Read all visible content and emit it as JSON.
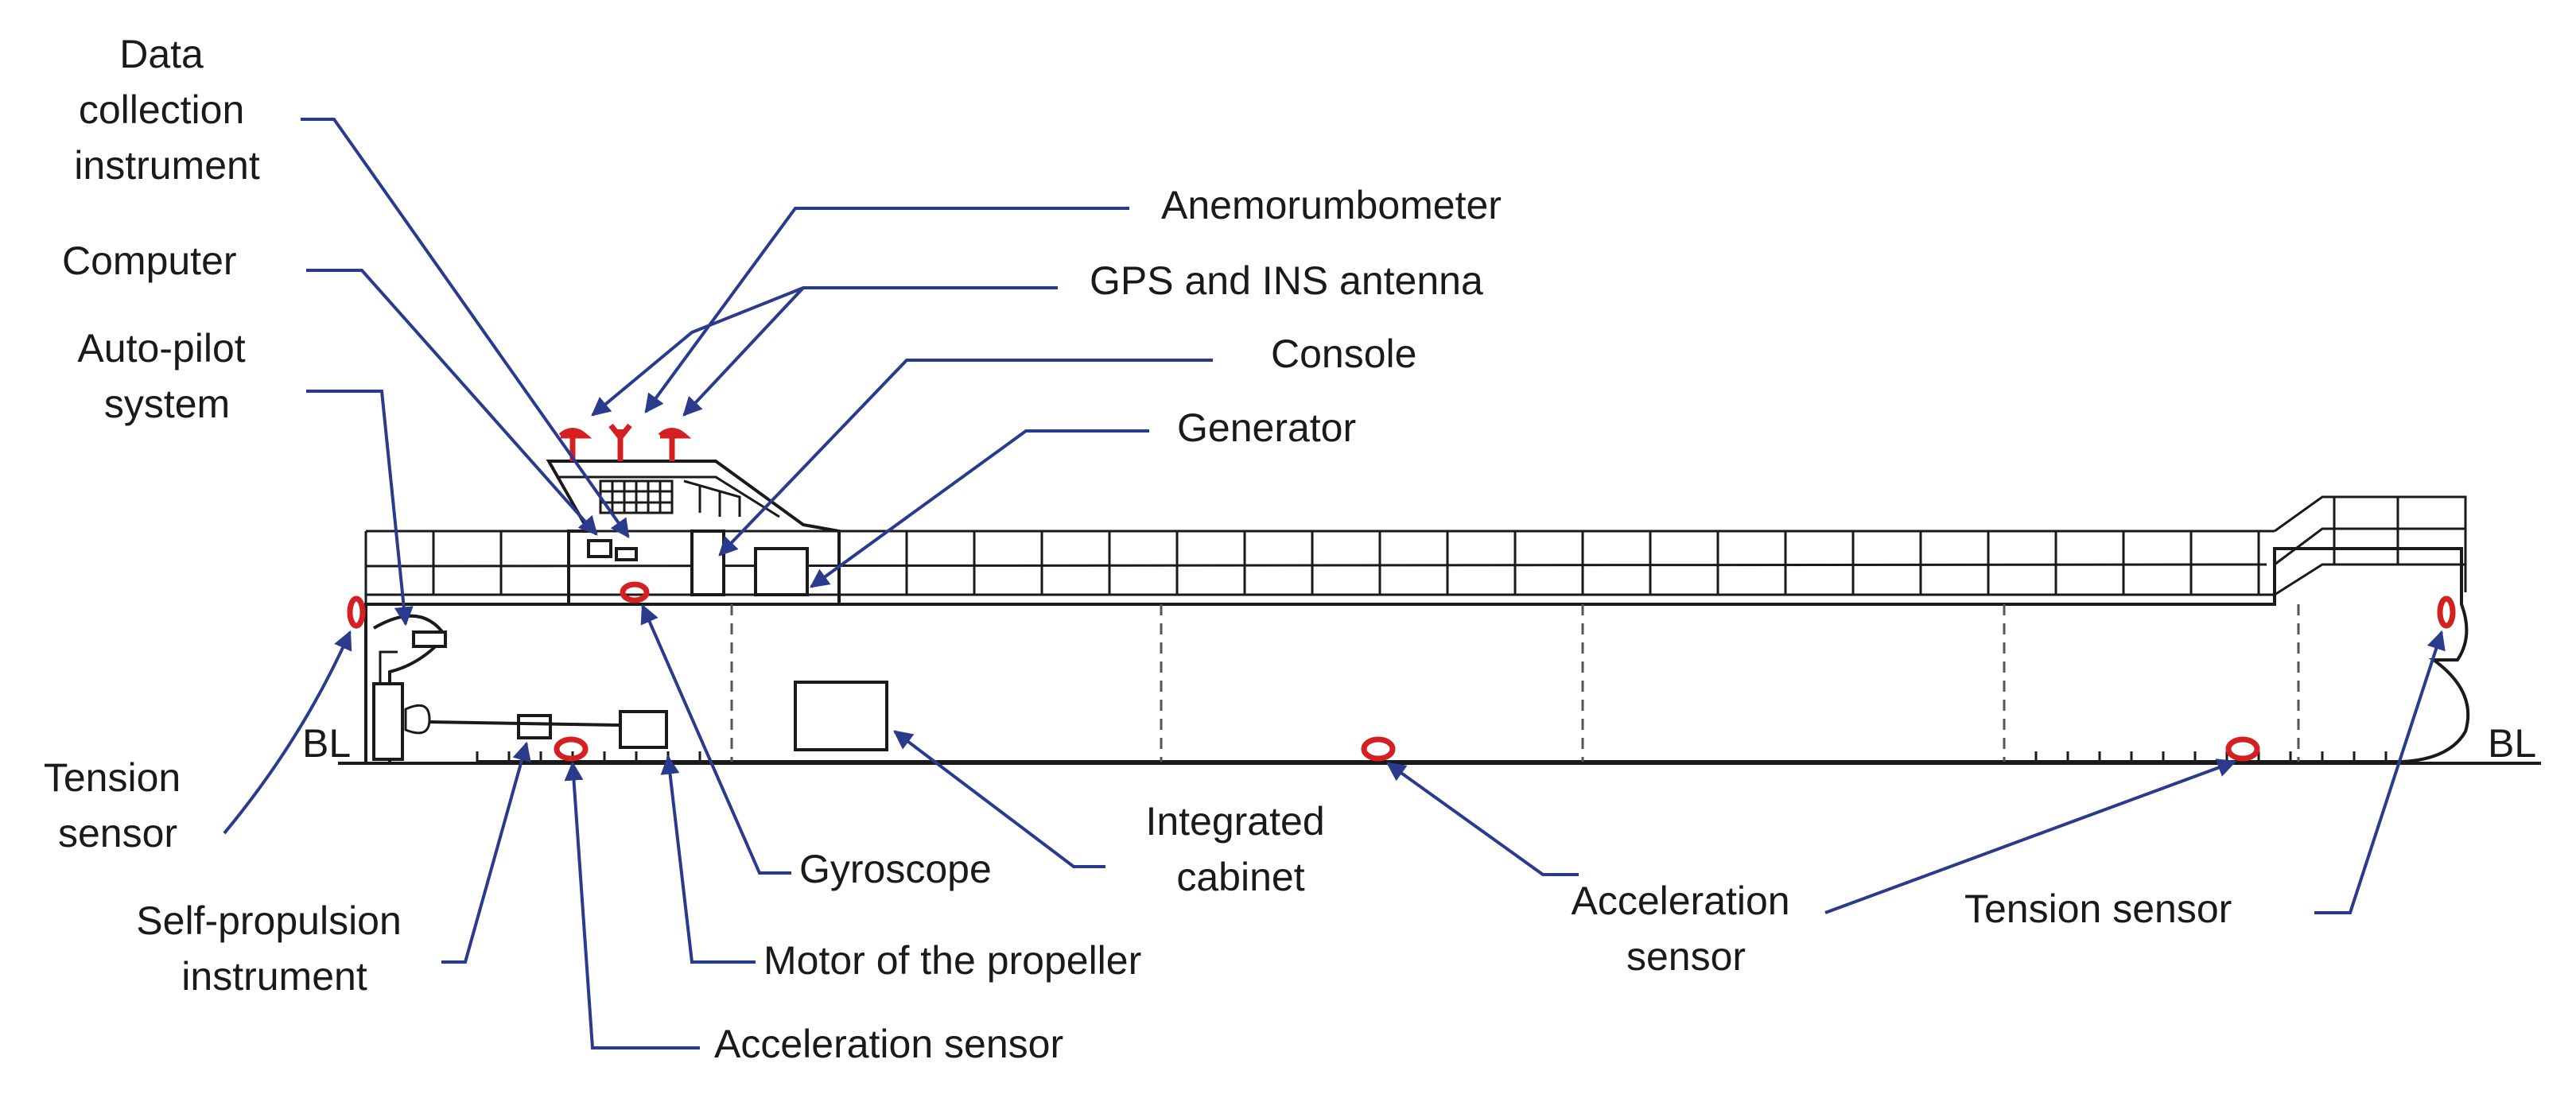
{
  "labels": {
    "data_collection": [
      "Data",
      "collection",
      "instrument"
    ],
    "computer": "Computer",
    "auto_pilot": [
      "Auto-pilot",
      "system"
    ],
    "anemorumbometer": "Anemorumbometer",
    "gps_ins": "GPS and INS antenna",
    "console": "Console",
    "generator": "Generator",
    "bl_left": "BL",
    "bl_right": "BL",
    "tension_left": [
      "Tension",
      "sensor"
    ],
    "self_propulsion": [
      "Self-propulsion",
      "instrument"
    ],
    "gyroscope": "Gyroscope",
    "integrated_cabinet": [
      "Integrated",
      "cabinet"
    ],
    "motor": "Motor of the propeller",
    "acceleration_bottom": "Acceleration sensor",
    "acceleration_mid": [
      "Acceleration",
      "sensor"
    ],
    "tension_right": "Tension sensor"
  },
  "colors": {
    "leader": "#2a3a8c",
    "sensor": "#d42020",
    "hull": "#1a1a1a"
  }
}
